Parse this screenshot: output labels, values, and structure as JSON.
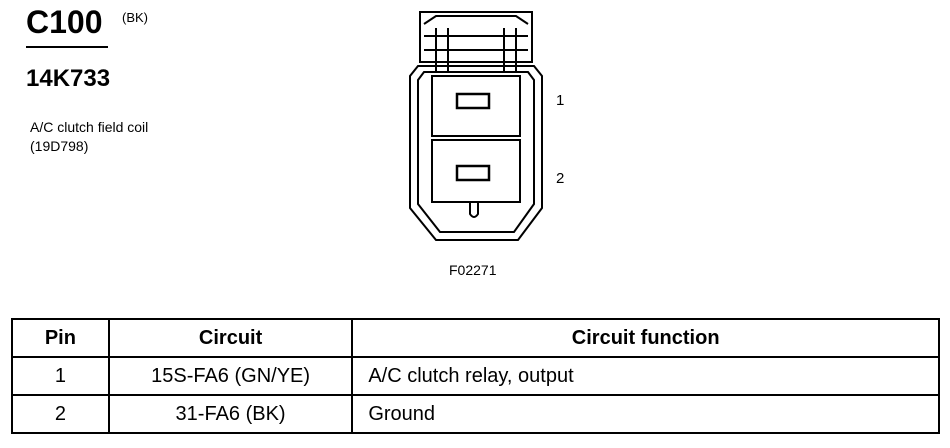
{
  "header": {
    "connector_id": "C100",
    "connector_color": "(BK)",
    "part_number": "14K733",
    "description_line1": "A/C clutch field coil",
    "description_line2": "(19D798)"
  },
  "diagram": {
    "pin_labels": [
      "1",
      "2"
    ],
    "figure_id": "F02271"
  },
  "table": {
    "headers": [
      "Pin",
      "Circuit",
      "Circuit function"
    ],
    "rows": [
      {
        "pin": "1",
        "circuit": "15S-FA6 (GN/YE)",
        "function": "A/C clutch relay, output"
      },
      {
        "pin": "2",
        "circuit": "31-FA6 (BK)",
        "function": "Ground"
      }
    ]
  }
}
